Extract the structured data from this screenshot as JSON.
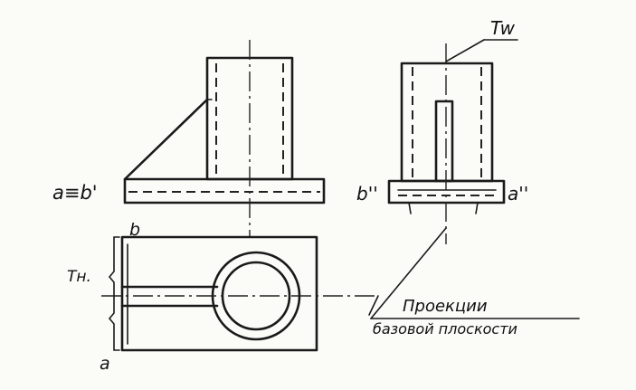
{
  "labels": {
    "tw": "Tw",
    "a_eq_b1": "a≡b'",
    "b2": "b''",
    "a2": "a''",
    "th": "Tн.",
    "b": "b",
    "a": "a",
    "caption_line1": "Проекции",
    "caption_line2": "базовой плоскости"
  }
}
